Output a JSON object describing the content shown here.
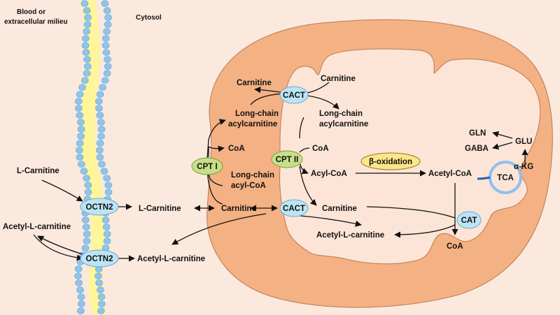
{
  "colors": {
    "background": "#fbe9dd",
    "mito_outer": "#f4b183",
    "mito_inner": "#fce5d6",
    "membrane": "#fff59a",
    "bead": "#8ec5ec",
    "transporter": "#bde4f4",
    "cpt": "#c8df8a",
    "beta_ox": "#fde68a",
    "tca": "#8fbff0"
  },
  "labels": {
    "blood": "Blood or",
    "blood2": "extracellular milieu",
    "cytosol": "Cytosol",
    "l_carnitine_out": "L-Carnitine",
    "acetyl_l_carnitine_out": "Acetyl-L-carnitine",
    "octn2_top": "OCTN2",
    "octn2_bottom": "OCTN2",
    "l_carnitine_cyto": "L-Carnitine",
    "acetyl_l_carnitine_cyto": "Acetyl-L-carnitine",
    "cpt1": "CPT I",
    "cpt2": "CPT II",
    "cact_top": "CACT",
    "cact_bottom": "CACT",
    "carnitine_tl": "Carnitine",
    "carnitine_tr": "Carnitine",
    "lca_left_1": "Long-chain",
    "lca_left_2": "acylcarnitine",
    "lca_right_1": "Long-chain",
    "lca_right_2": "acylcarnitine",
    "coa_left": "CoA",
    "coa_right": "CoA",
    "lc_acylcoa_1": "Long-chain",
    "lc_acylcoa_2": "acyl-CoA",
    "acyl_coa": "Acyl-CoA",
    "beta_oxidation": "β-oxidation",
    "acetyl_coa": "Acetyl-CoA",
    "tca": "TCA",
    "akg": "α-KG",
    "glu": "GLU",
    "gln": "GLN",
    "gaba": "GABA",
    "carnitine_ims": "Carnitine",
    "carnitine_matrix": "Carnitine",
    "cat": "CAT",
    "acetyl_l_carnitine_mito": "Acetyl-L-carnitine",
    "coa_bottom": "CoA"
  }
}
